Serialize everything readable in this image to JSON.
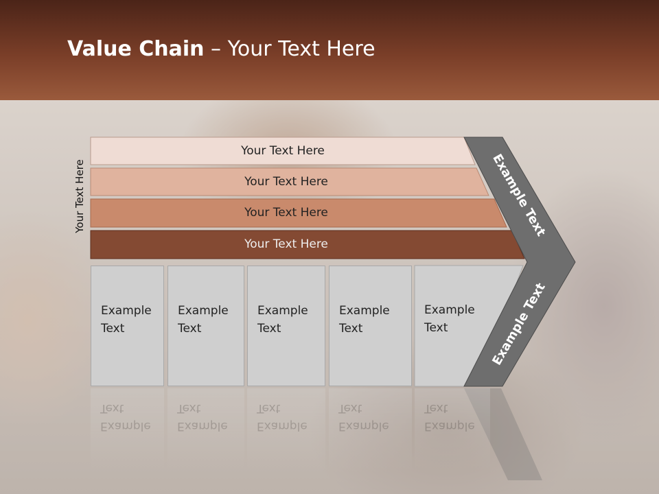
{
  "slide": {
    "title_bold": "Value Chain",
    "title_rest": " – Your Text Here"
  },
  "diagram": {
    "side_label": "Your Text Here",
    "bands": [
      {
        "label": "Your Text Here",
        "color": "#efdcd4"
      },
      {
        "label": "Your Text Here",
        "color": "#e0b39e"
      },
      {
        "label": "Your Text Here",
        "color": "#c98a6c"
      },
      {
        "label": "Your Text Here",
        "color": "#844a33"
      }
    ],
    "columns": [
      {
        "line1": "Example",
        "line2": "Text"
      },
      {
        "line1": "Example",
        "line2": "Text"
      },
      {
        "line1": "Example",
        "line2": "Text"
      },
      {
        "line1": "Example",
        "line2": "Text"
      },
      {
        "line1": "Example",
        "line2": "Text"
      }
    ],
    "chevron_top_label": "Example Text",
    "chevron_bottom_label": "Example Text",
    "chevron_color": "#6e6e6e"
  }
}
